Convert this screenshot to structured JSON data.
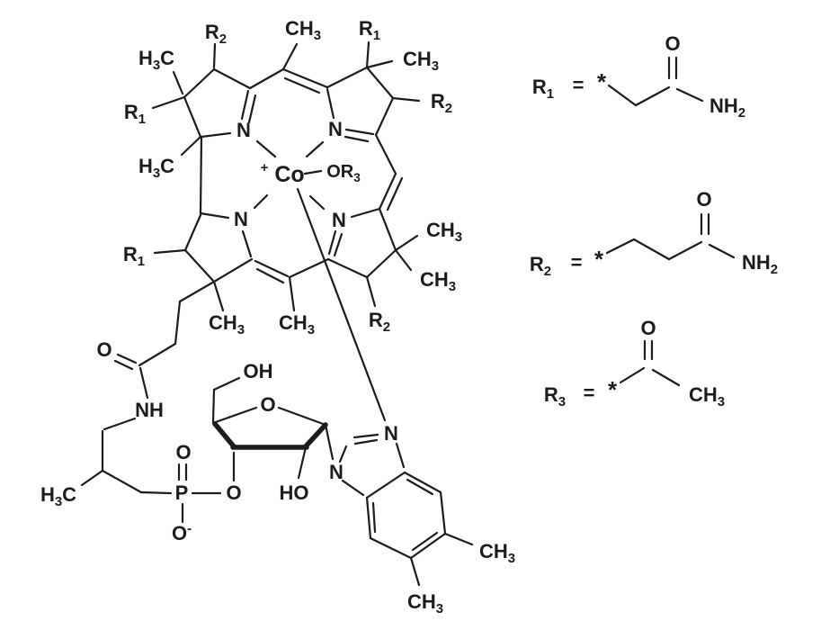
{
  "diagram": {
    "type": "chemical-structure",
    "background": "#ffffff",
    "bond_color": "#1c1c1c"
  },
  "corrin": {
    "metal": "Co",
    "metal_charge": "+",
    "axial_ligand": "OR₃",
    "n_top_left": "N",
    "n_top_right": "N",
    "n_bottom_left": "N",
    "n_bottom_right": "N",
    "meso_top_ch3": "CH₃",
    "meso_bottom_ch3": "CH₃",
    "ring_a": {
      "r2": "R₂",
      "h3c_top": "H₃C",
      "r1": "R₁",
      "h3c_bottom": "H₃C"
    },
    "ring_b": {
      "r1": "R₁",
      "ch3": "CH₃",
      "r2": "R₂"
    },
    "ring_c": {
      "ch3_upper": "CH₃",
      "ch3_lower": "CH₃",
      "r2": "R₂"
    },
    "ring_d": {
      "r1": "R₁",
      "ch3": "CH₃"
    }
  },
  "side_chain": {
    "carbonyl_o": "O",
    "amide_nh": "NH",
    "h3c": "H₃C"
  },
  "phosphate": {
    "p": "P",
    "o_double": "O",
    "o_minus": "O⁻",
    "o_ester": "O"
  },
  "ribose": {
    "ch2oh": "OH",
    "ring_o": "O",
    "oh_2prime": "HO"
  },
  "benzimidazole": {
    "n1": "N",
    "n3": "N",
    "ch3_5": "CH₃",
    "ch3_6": "CH₃"
  },
  "r_groups": [
    {
      "name": "R₁",
      "equals": "=",
      "attachment_star": "*",
      "carbonyl_o": "O",
      "terminal_group": "NH₂"
    },
    {
      "name": "R₂",
      "equals": "=",
      "attachment_star": "*",
      "carbonyl_o": "O",
      "terminal_group": "NH₂"
    },
    {
      "name": "R₃",
      "equals": "=",
      "attachment_star": "*",
      "carbonyl_o": "O",
      "terminal_group": "CH₃"
    }
  ]
}
